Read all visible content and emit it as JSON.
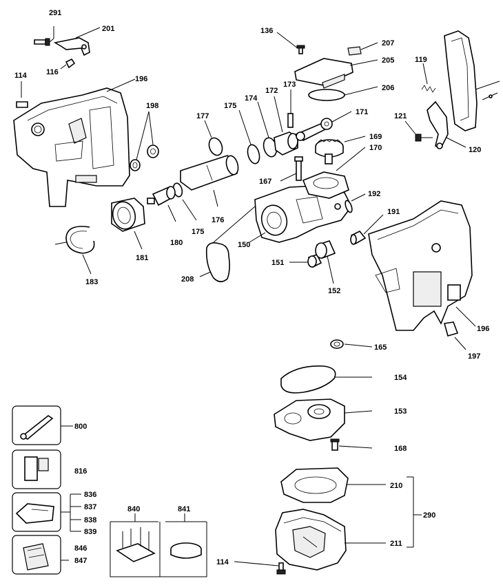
{
  "labels": {
    "p291": "291",
    "p201": "201",
    "p116": "116",
    "p114a": "114",
    "p196a": "196",
    "p198": "198",
    "p177": "177",
    "p175a": "175",
    "p174": "174",
    "p172": "172",
    "p173": "173",
    "p136": "136",
    "p207": "207",
    "p205": "205",
    "p206": "206",
    "p119": "119",
    "p121": "121",
    "p120": "120",
    "p171": "171",
    "p169": "169",
    "p170": "170",
    "p167": "167",
    "p192": "192",
    "p191": "191",
    "p150": "150",
    "p176": "176",
    "p175b": "175",
    "p180": "180",
    "p181": "181",
    "p183": "183",
    "p208": "208",
    "p151": "151",
    "p152": "152",
    "p196b": "196",
    "p165": "165",
    "p197": "197",
    "p154": "154",
    "p153": "153",
    "p168": "168",
    "p210": "210",
    "p290": "290",
    "p211": "211",
    "p114b": "114",
    "p800": "800",
    "p816": "816",
    "p836": "836",
    "p837": "837",
    "p838": "838",
    "p839": "839",
    "p846": "846",
    "p847": "847",
    "p840": "840",
    "p841": "841"
  },
  "colors": {
    "ink": "#000000",
    "paper": "#ffffff",
    "shade": "#dddddd"
  }
}
